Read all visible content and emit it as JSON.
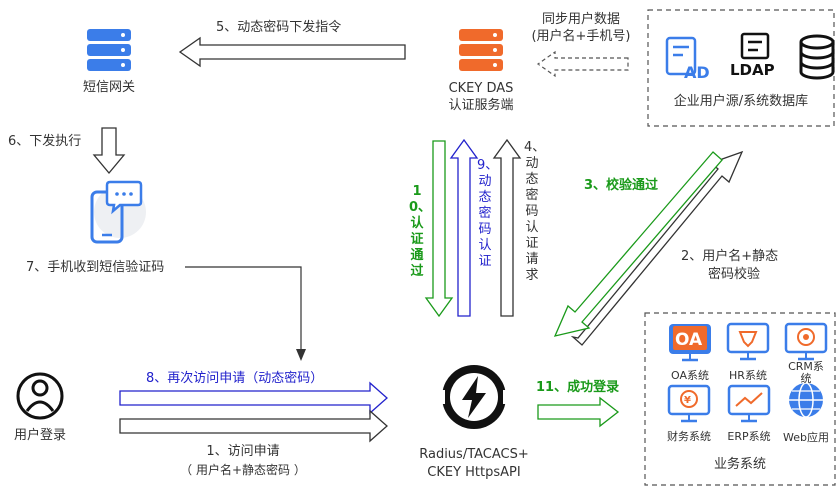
{
  "nodes": {
    "sms_gateway": "短信网关",
    "ckey_das_line1": "CKEY DAS",
    "ckey_das_line2": "认证服务端",
    "enterprise_db": "企业用户源/系统数据库",
    "user_login": "用户登录",
    "radius_line1": "Radius/TACACS+",
    "radius_line2": "CKEY HttpsAPI",
    "business_systems": "业务系统"
  },
  "icons": {
    "ad": "AD",
    "ldap": "LDAP",
    "oa": "OA"
  },
  "systems": [
    {
      "label": "OA系统",
      "icon": "oa-monitor-icon"
    },
    {
      "label": "HR系统",
      "icon": "hr-monitor-icon"
    },
    {
      "label": "CRM系统",
      "icon": "crm-monitor-icon"
    },
    {
      "label": "财务系统",
      "icon": "finance-monitor-icon"
    },
    {
      "label": "ERP系统",
      "icon": "erp-monitor-icon"
    },
    {
      "label": "Web应用",
      "icon": "globe-icon"
    }
  ],
  "steps": {
    "s1_line1": "1、访问申请",
    "s1_line2": "（ 用户名+静态密码 ）",
    "s2_line1": "2、用户名+静态",
    "s2_line2": "密码校验",
    "s3": "3、校验通过",
    "s4": "4、动态密码认证请求",
    "s5": "5、动态密码下发指令",
    "s6": "6、下发执行",
    "s7": "7、手机收到短信验证码",
    "s8": "8、再次访问申请（动态密码）",
    "s9": "9、动态密码认证",
    "s10": "10、认证通过",
    "s11": "11、成功登录",
    "sync_line1": "同步用户数据",
    "sync_line2": "(用户名+手机号)"
  },
  "colors": {
    "blue_accent": "#3b7de9",
    "orange_accent": "#f06a2b",
    "flow_blue": "#2222cc",
    "flow_green": "#1a9a1a",
    "black": "#1a1a1a"
  }
}
